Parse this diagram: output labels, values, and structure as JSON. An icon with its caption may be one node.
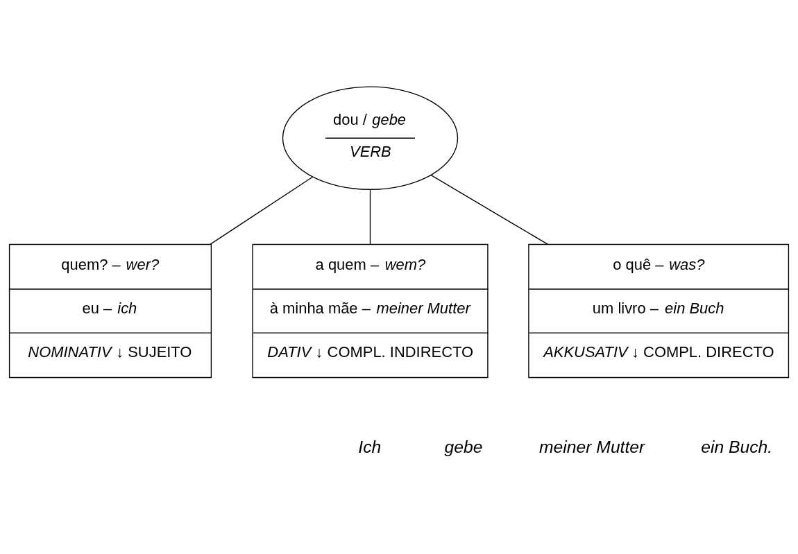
{
  "diagram": {
    "nodes": [
      {
        "text": [
          "dou / *gebe*",
          "*VERB*"
        ]
      },
      {
        "text": [
          "quem? – *wer?*",
          "eu – *ich*",
          "*NOMINATIV* ↓ SUJEITO"
        ]
      },
      {
        "text": [
          "a quem – *wem?*",
          "à minha mãe – *meiner Mutter*",
          "*DATIV* ↓ COMPL. INDIRECTO"
        ]
      },
      {
        "text": [
          "o quê – *was?*",
          "um livro – *ein Buch*",
          "*AKKUSATIV* ↓ COMPL. DIRECTO"
        ]
      }
    ],
    "edges": [
      {
        "from": 0,
        "to": 1,
        "arrow": "none"
      },
      {
        "from": 0,
        "to": 2,
        "arrow": "none"
      },
      {
        "from": 0,
        "to": 3,
        "arrow": "none"
      }
    ],
    "labels": [
      "Ich",
      "gebe",
      "meiner Mutter",
      "ein Buch."
    ]
  }
}
